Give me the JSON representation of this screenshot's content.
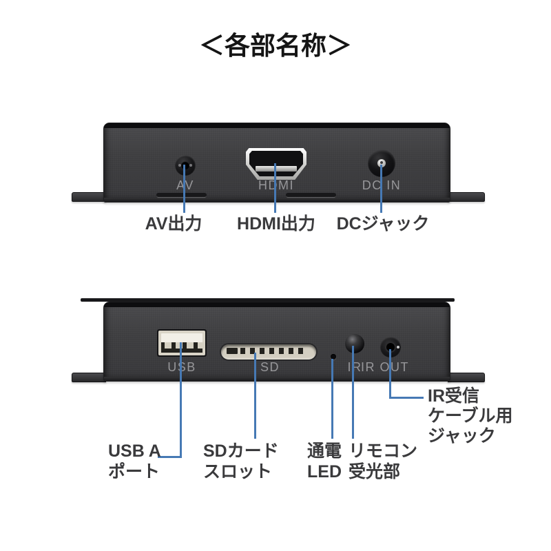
{
  "title": "＜各部名称＞",
  "colors": {
    "callout_blue": "#4679b4",
    "device_body": "#3e3e40",
    "panel_label_gray": "#97979a",
    "callout_text": "#3a3a3c",
    "background": "#ffffff",
    "usb_connector_cream": "#d9d4c7",
    "hdmi_silver": "#d6d6d4"
  },
  "rear_panel": {
    "ports": [
      {
        "icon": "av-jack",
        "panel_label": "AV",
        "callout": "AV出力"
      },
      {
        "icon": "hdmi-port",
        "panel_label": "HDMI",
        "callout": "HDMI出力"
      },
      {
        "icon": "dc-in-jack",
        "panel_label": "DC IN",
        "callout": "DCジャック"
      }
    ]
  },
  "front_panel": {
    "ports": [
      {
        "icon": "usb-a-port",
        "panel_label": "USB",
        "callout": "USB A\nポート"
      },
      {
        "icon": "sd-card-slot",
        "panel_label": "SD",
        "callout": "SDカード\nスロット"
      },
      {
        "icon": "power-led",
        "panel_label": "",
        "callout": "通電\nLED"
      },
      {
        "icon": "ir-receiver",
        "panel_label": "IR",
        "callout": "リモコン\n受光部"
      },
      {
        "icon": "ir-out-jack",
        "panel_label": "IR OUT",
        "callout": "IR受信\nケーブル用\nジャック"
      }
    ]
  }
}
